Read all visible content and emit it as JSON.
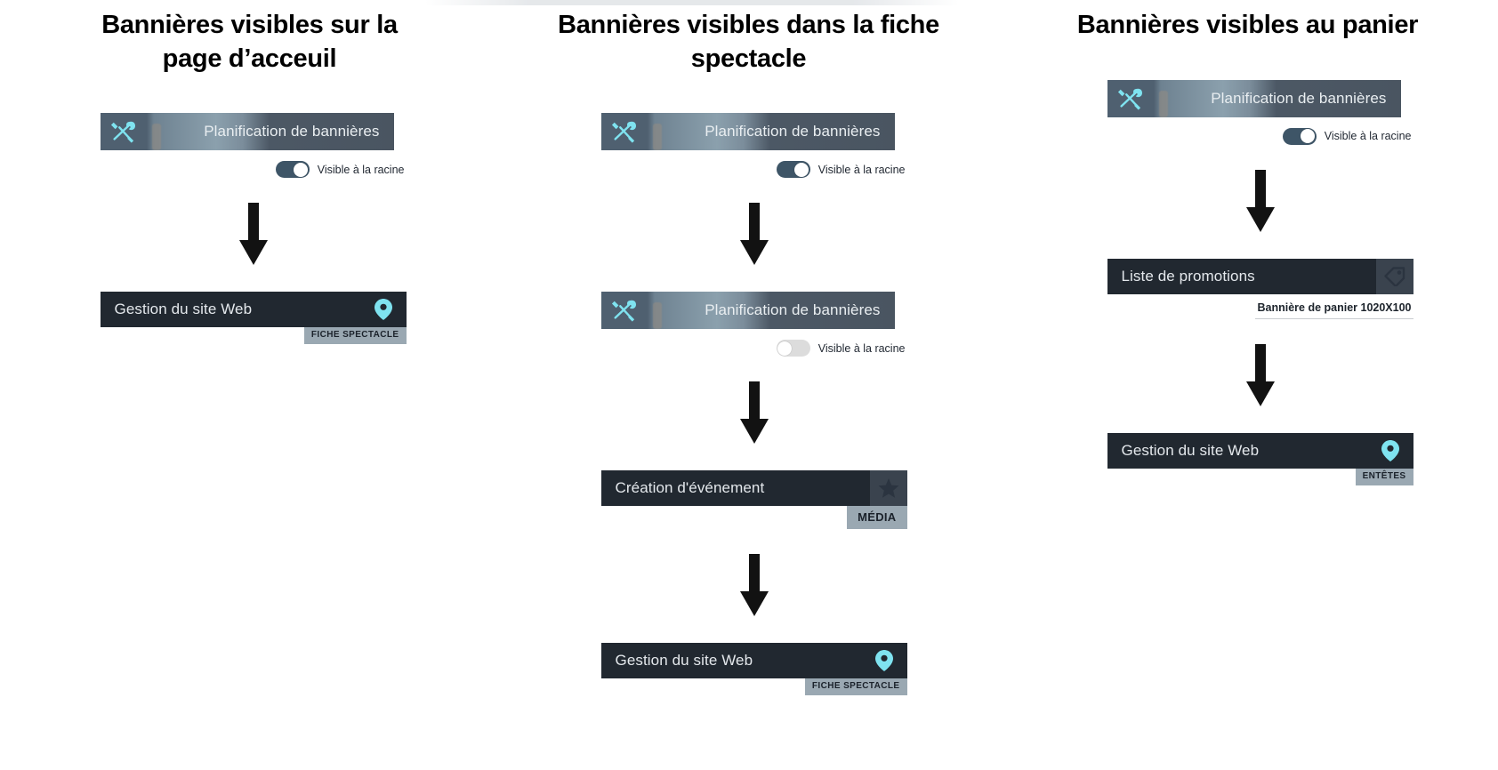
{
  "columns": [
    {
      "title": "Bannières visibles sur la page d’acceuil",
      "banner_card": {
        "label": "Planification de bannières",
        "icon": "tools-icon",
        "toggle": {
          "label": "Visible à la racine",
          "state": "on"
        }
      },
      "steps": [
        {
          "label": "Gestion du site Web",
          "icon": "map-pin-icon",
          "badge": "FICHE SPECTACLE"
        }
      ]
    },
    {
      "title": "Bannières visibles dans la fiche spectacle",
      "banner_card": {
        "label": "Planification de bannières",
        "icon": "tools-icon",
        "toggle": {
          "label": "Visible à la racine",
          "state": "on"
        }
      },
      "steps": [
        {
          "label": "Planification de bannières",
          "icon": "tools-icon",
          "toggle": {
            "label": "Visible à la racine",
            "state": "off"
          }
        },
        {
          "label": "Création d'événement",
          "icon": "star-icon",
          "badge": "MÉDIA"
        },
        {
          "label": "Gestion du site Web",
          "icon": "map-pin-icon",
          "badge": "FICHE SPECTACLE"
        }
      ]
    },
    {
      "title": "Bannières visibles au panier",
      "banner_card": {
        "label": "Planification de bannières",
        "icon": "tools-icon",
        "toggle": {
          "label": "Visible à la racine",
          "state": "on"
        }
      },
      "steps": [
        {
          "label": "Liste de promotions",
          "icon": "tag-icon",
          "note": "Bannière de panier 1020X100"
        },
        {
          "label": "Gestion du site Web",
          "icon": "map-pin-icon",
          "badge": "ENTÊTES"
        }
      ]
    }
  ],
  "colors": {
    "background": "#ffffff",
    "card_dark": "#212830",
    "banner_dark": "#4a5561",
    "accent_cyan": "#7fe3f0",
    "toggle_on": "#3e5567",
    "toggle_off": "#dcdcdc",
    "badge_grey": "#9aa8b2",
    "arrow_black": "#121212",
    "title_text": "#000000"
  },
  "icons": {
    "tools": "tools-icon",
    "map_pin": "map-pin-icon",
    "star": "star-icon",
    "tag": "tag-icon",
    "arrow_down": "arrow-down-icon"
  }
}
